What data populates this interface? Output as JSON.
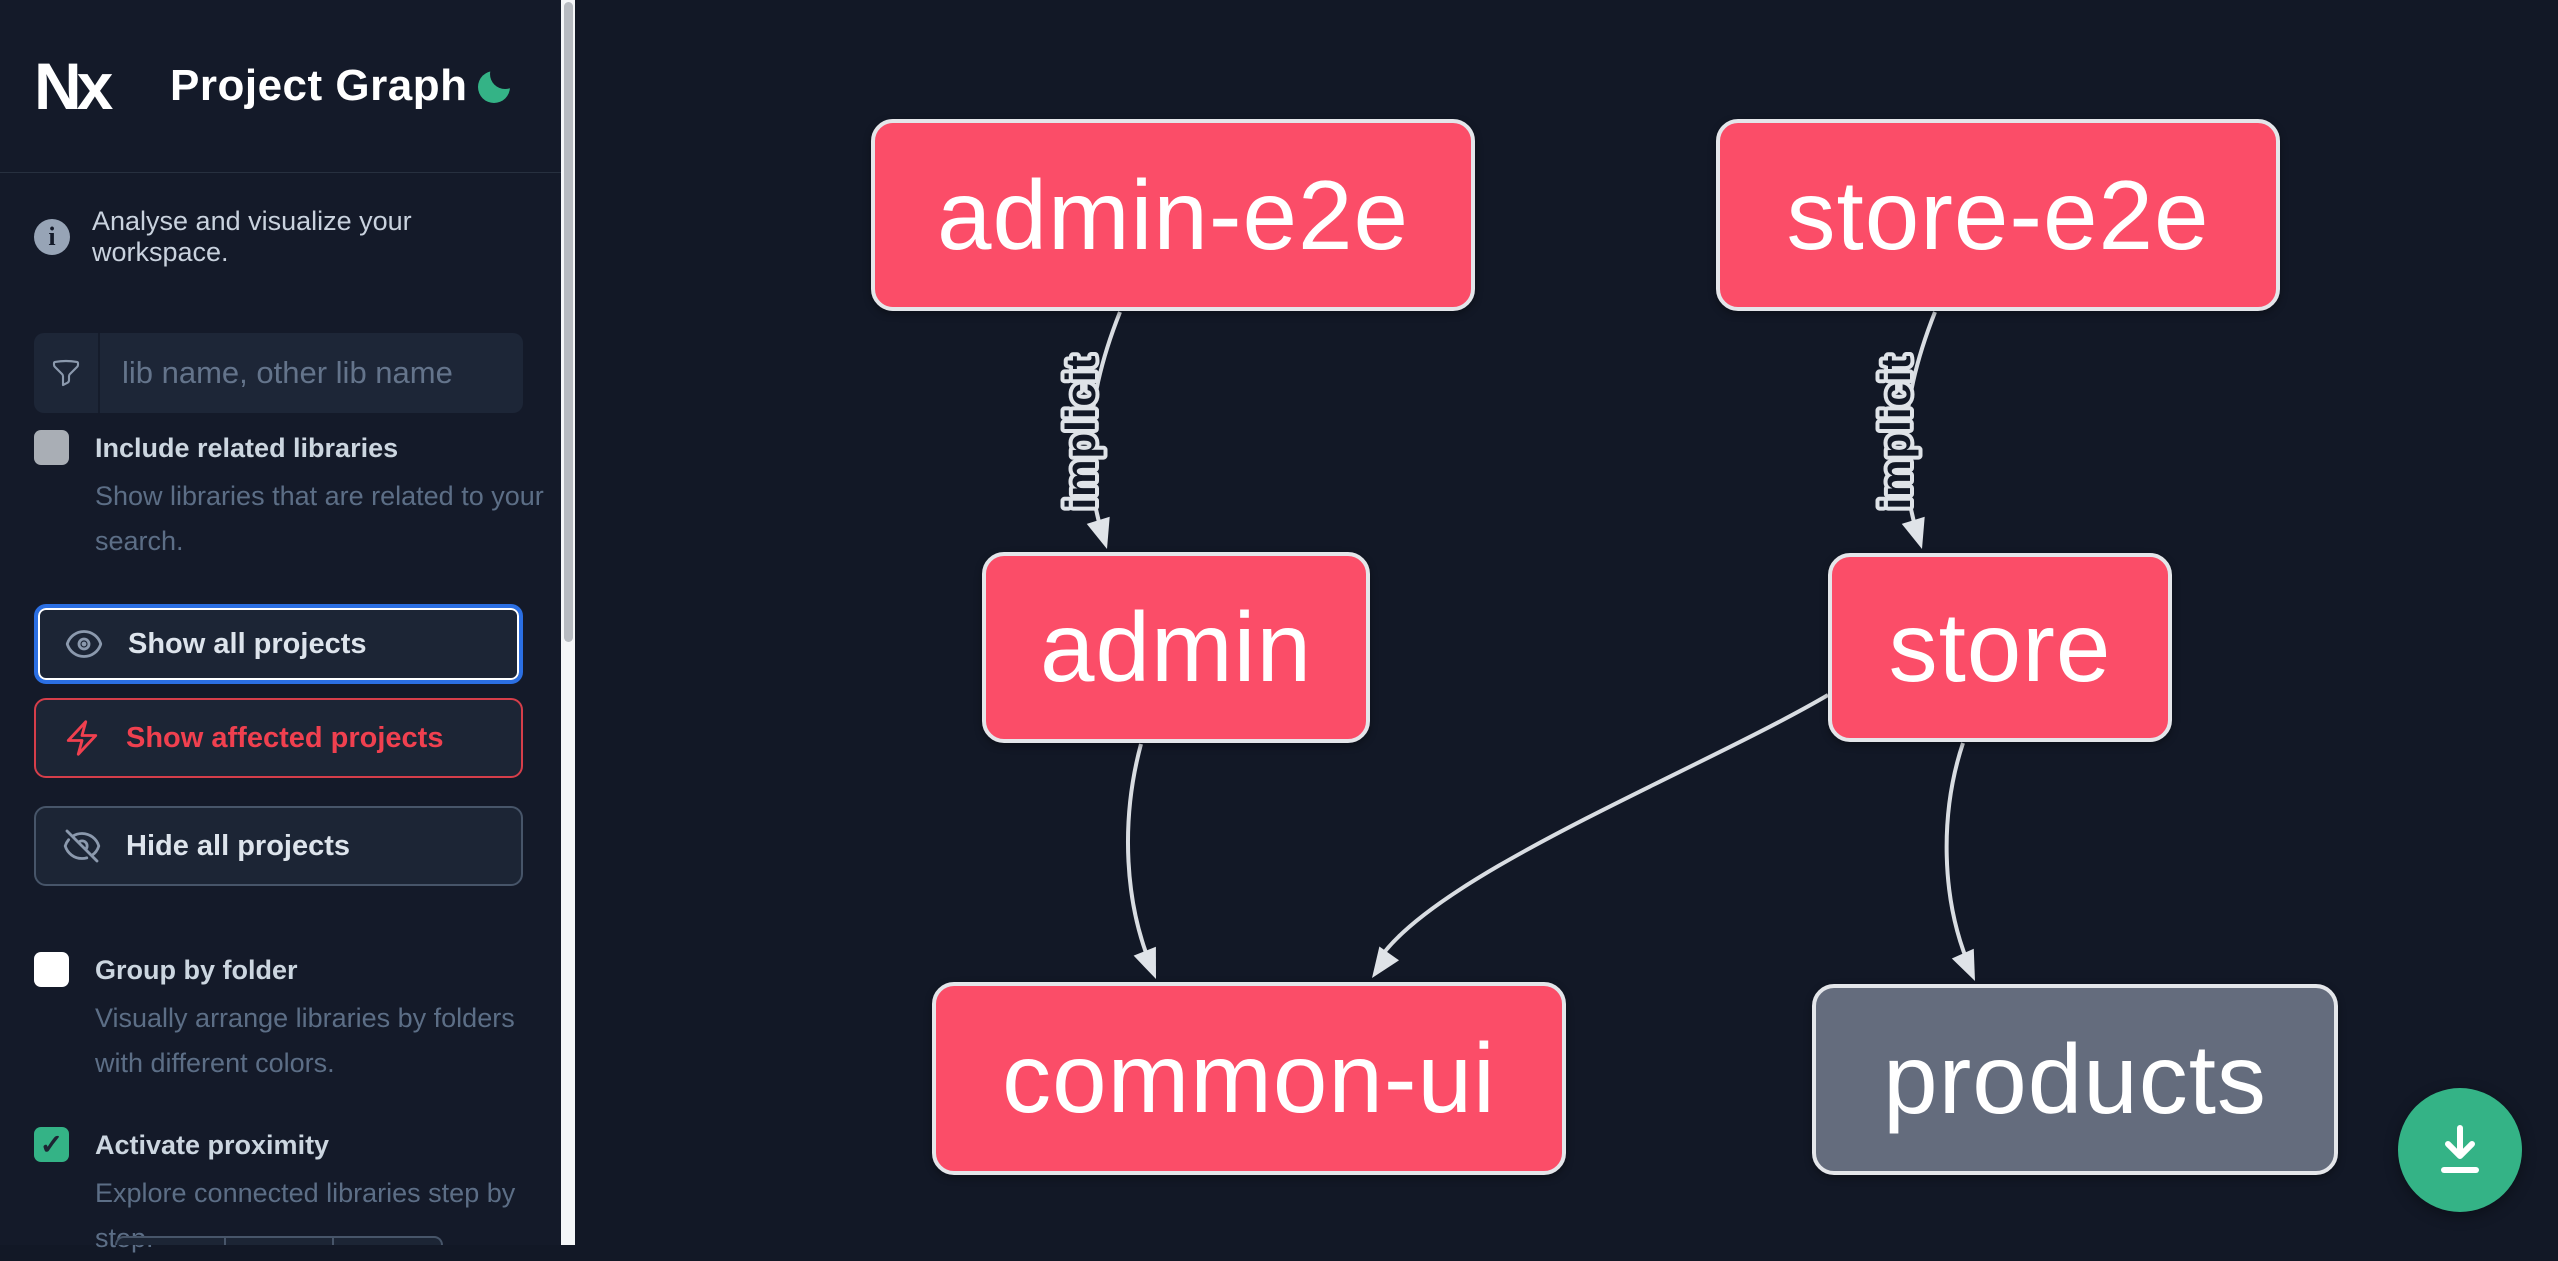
{
  "header": {
    "logo_text": "Nx",
    "title": "Project Graph",
    "theme_toggle": "dark-mode-moon"
  },
  "sidebar": {
    "tagline": "Analyse and visualize your workspace.",
    "search": {
      "placeholder": "lib name, other lib name",
      "value": ""
    },
    "checkboxes": [
      {
        "label": "Include related libraries",
        "description": "Show libraries that are related to your search.",
        "checked": false
      },
      {
        "label": "Group by folder",
        "description": "Visually arrange libraries by folders with different colors.",
        "checked": false
      },
      {
        "label": "Activate proximity",
        "description": "Explore connected libraries step by step.",
        "checked": true
      }
    ],
    "buttons": [
      {
        "label": "Show all projects",
        "icon": "eye-icon",
        "state": "focused"
      },
      {
        "label": "Show affected projects",
        "icon": "bolt-icon",
        "state": "affected"
      },
      {
        "label": "Hide all projects",
        "icon": "eye-off-icon",
        "state": "default"
      }
    ],
    "check_glyph": "✓"
  },
  "graph": {
    "nodes": [
      {
        "id": "admin-e2e",
        "label": "admin-e2e",
        "color": "#fb4d68"
      },
      {
        "id": "store-e2e",
        "label": "store-e2e",
        "color": "#fb4d68"
      },
      {
        "id": "admin",
        "label": "admin",
        "color": "#fb4d68"
      },
      {
        "id": "store",
        "label": "store",
        "color": "#fb4d68"
      },
      {
        "id": "common-ui",
        "label": "common-ui",
        "color": "#fb4d68"
      },
      {
        "id": "products",
        "label": "products",
        "color": "#646c7d"
      }
    ],
    "edges": [
      {
        "from": "admin-e2e",
        "to": "admin",
        "label": "implicit"
      },
      {
        "from": "store-e2e",
        "to": "store",
        "label": "implicit"
      },
      {
        "from": "admin",
        "to": "common-ui",
        "label": ""
      },
      {
        "from": "store",
        "to": "common-ui",
        "label": ""
      },
      {
        "from": "store",
        "to": "products",
        "label": ""
      }
    ]
  },
  "fab": {
    "action": "download-graph-image"
  },
  "colors": {
    "sidebar_bg": "#141a29",
    "canvas_bg": "#121826",
    "node_pink": "#fb4d68",
    "node_gray": "#646c7d",
    "node_border": "#e4e6ea",
    "edge": "#d9dde2",
    "accent_green": "#34b386",
    "focus_blue": "#2b6fe3",
    "affected_red": "#f0404f",
    "text_muted": "#5c6e86"
  }
}
